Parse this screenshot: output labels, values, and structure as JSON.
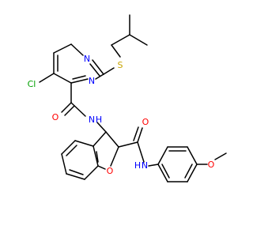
{
  "colors": {
    "carbon": "#000000",
    "nitrogen": "#0000ff",
    "oxygen": "#ff0000",
    "sulfur": "#c8a400",
    "chlorine": "#00a000",
    "background": "#ffffff"
  },
  "atoms": {
    "s_thioether": "S",
    "n_pyrimidine_top": "N",
    "n_pyrimidine_lower": "N",
    "cl": "Cl",
    "o_amide1": "O",
    "n_amide1": "N",
    "h_amide1": "H",
    "o_amide2": "O",
    "n_amide2": "N",
    "h_amide2": "H",
    "o_furan": "O",
    "o_methoxy": "O"
  }
}
